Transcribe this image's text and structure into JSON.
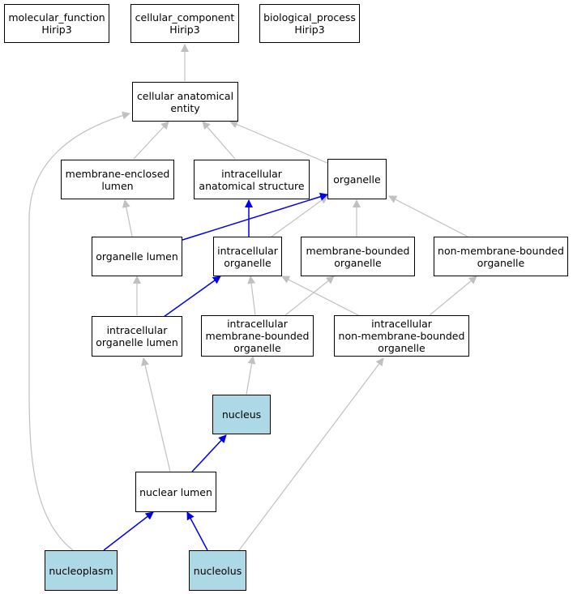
{
  "colors": {
    "highlight_fill": "#add8e6",
    "default_fill": "#ffffff",
    "edge_gray": "#c0c0c0",
    "edge_blue": "#0000ee"
  },
  "nodes": {
    "molecular_function": "molecular_function\nHirip3",
    "cellular_component": "cellular_component\nHirip3",
    "biological_process": "biological_process\nHirip3",
    "cellular_anatomical_entity": "cellular anatomical\nentity",
    "membrane_enclosed_lumen": "membrane-enclosed\nlumen",
    "intracellular_anatomical_structure": "intracellular\nanatomical structure",
    "organelle": "organelle",
    "organelle_lumen": "organelle lumen",
    "intracellular_organelle": "intracellular\norganelle",
    "membrane_bounded_organelle": "membrane-bounded\norganelle",
    "non_membrane_bounded_organelle": "non-membrane-bounded\norganelle",
    "intracellular_organelle_lumen": "intracellular\norganelle lumen",
    "intracellular_membrane_bounded_organelle": "intracellular\nmembrane-bounded\norganelle",
    "intracellular_non_membrane_bounded_organelle": "intracellular\nnon-membrane-bounded\norganelle",
    "nucleus": "nucleus",
    "nuclear_lumen": "nuclear lumen",
    "nucleoplasm": "nucleoplasm",
    "nucleolus": "nucleolus"
  }
}
